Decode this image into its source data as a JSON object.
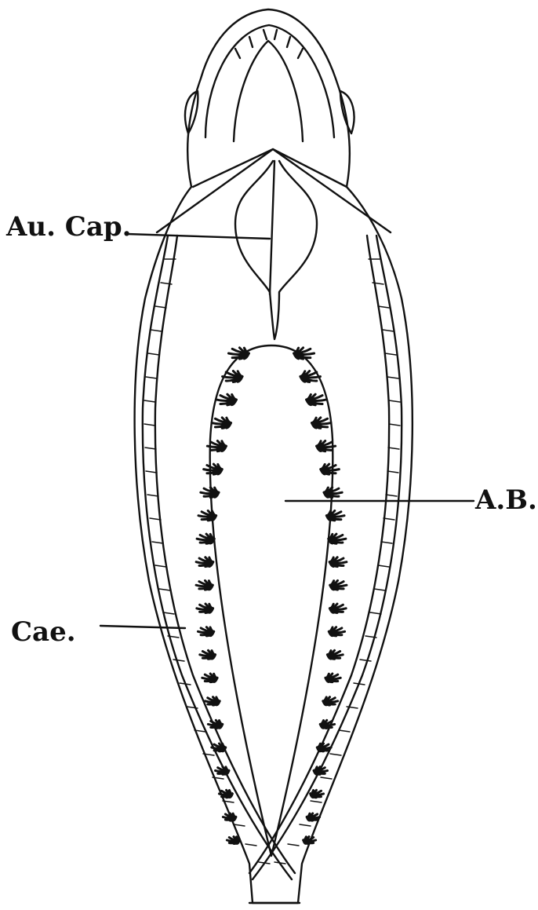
{
  "labels": {
    "auricular_capsule": "Au. Cap.",
    "abdominal_cavity": "A.B.",
    "caecum": "Cae."
  },
  "colors": {
    "ink": "#111111",
    "paper": "#ffffff"
  }
}
